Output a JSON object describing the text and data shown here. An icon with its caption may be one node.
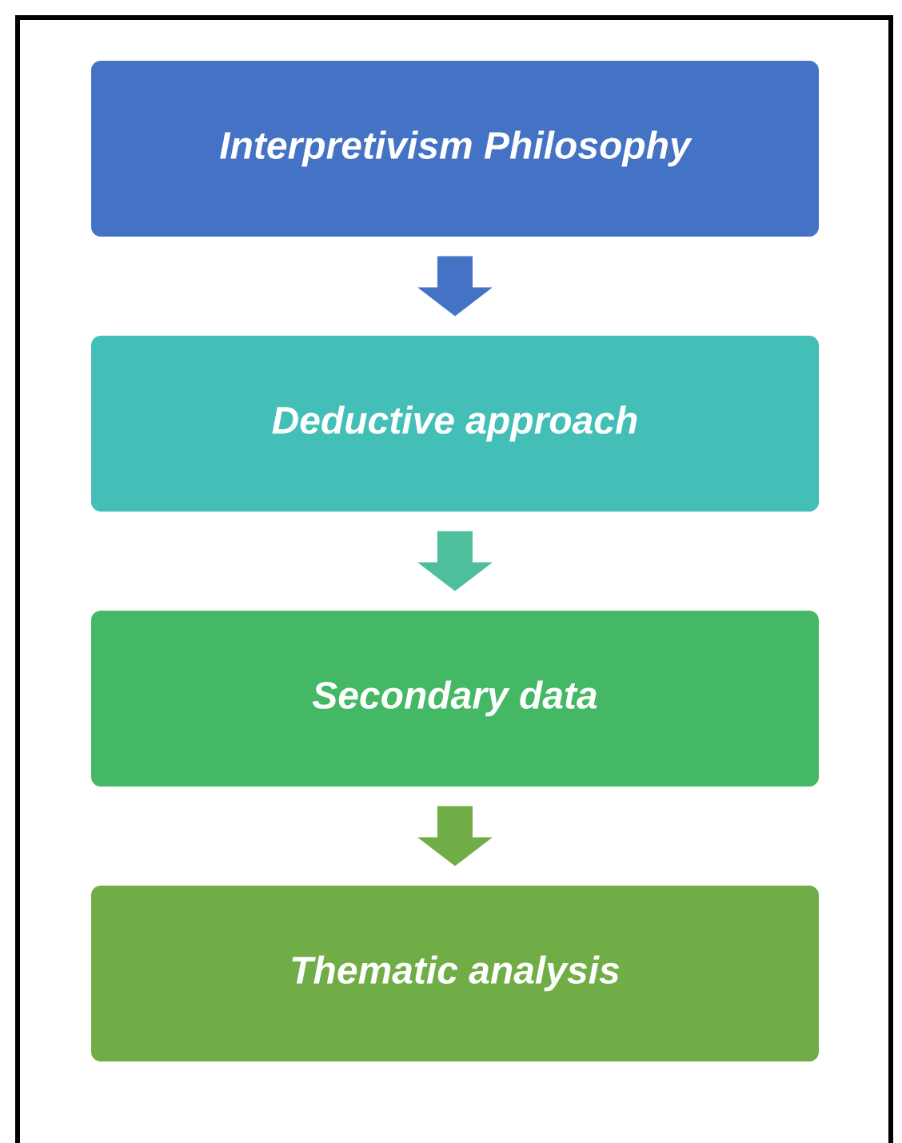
{
  "diagram": {
    "nodes": [
      {
        "text": [
          "Interpretivism Philosophy"
        ]
      },
      {
        "text": [
          "Deductive approach"
        ]
      },
      {
        "text": [
          "Secondary data"
        ]
      },
      {
        "text": [
          "Thematic analysis"
        ]
      }
    ],
    "edges": [
      {
        "from": 0,
        "to": 1,
        "arrow": "to",
        "color": "#4472c4"
      },
      {
        "from": 1,
        "to": 2,
        "arrow": "to",
        "color": "#4dbf9c"
      },
      {
        "from": 2,
        "to": 3,
        "arrow": "to",
        "color": "#70ad47"
      }
    ]
  }
}
